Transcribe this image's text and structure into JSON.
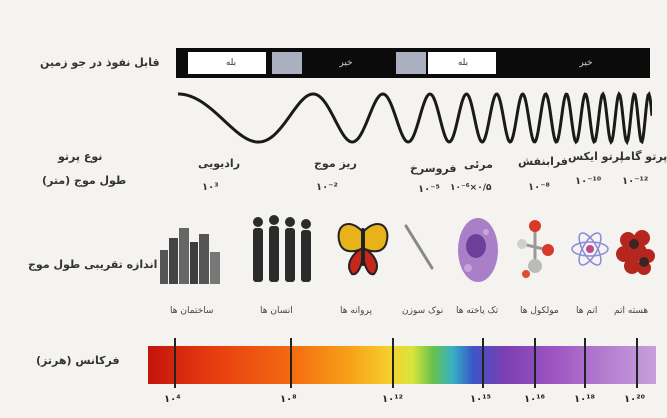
{
  "penetration": {
    "label": "قابل نفوذ در جو زمین",
    "segments": [
      {
        "text": "خیر",
        "color": "#0b0b0b",
        "text_color": "#cfcfcf"
      },
      {
        "text": "بله",
        "color": "#ffffff",
        "text_color": "#333333"
      },
      {
        "text": "خیر",
        "color": "#0b0b0b",
        "text_color": "#cfcfcf"
      },
      {
        "text": "بله",
        "color": "#ffffff",
        "text_color": "#333333"
      }
    ]
  },
  "row_labels": {
    "radiation_type": "نوع پرتو",
    "wavelength": "طول موج (متر)",
    "size_scale": "اندازه تقریبی طول موج",
    "frequency": "فرکانس (هرتز)"
  },
  "radiation": [
    {
      "name": "رادیویی",
      "exponent": "۱۰³"
    },
    {
      "name": "ریز موج",
      "exponent": "۱۰⁻²"
    },
    {
      "name": "فروسرخ",
      "exponent": "۱۰⁻⁵"
    },
    {
      "name": "مرئی",
      "exponent": "۱۰⁻⁶×۰/۵"
    },
    {
      "name": "فرابنفش",
      "exponent": "۱۰⁻⁸"
    },
    {
      "name": "پرتو ایکس",
      "exponent": "۱۰⁻¹⁰"
    },
    {
      "name": "پرتو گاما",
      "exponent": "۱۰⁻¹²"
    }
  ],
  "objects": [
    {
      "name": "ساختمان ها",
      "icon": "buildings-icon"
    },
    {
      "name": "انسان ها",
      "icon": "people-icon"
    },
    {
      "name": "پروانه ها",
      "icon": "butterfly-icon"
    },
    {
      "name": "نوک سوزن",
      "icon": "needle-icon"
    },
    {
      "name": "تک یاخته ها",
      "icon": "cell-icon"
    },
    {
      "name": "مولکول ها",
      "icon": "molecule-icon"
    },
    {
      "name": "اتم ها",
      "icon": "atom-icon"
    },
    {
      "name": "هسته اتم",
      "icon": "nucleus-icon"
    }
  ],
  "frequency_marks": [
    "۱۰⁴",
    "۱۰⁸",
    "۱۰¹²",
    "۱۰¹⁵",
    "۱۰¹⁶",
    "۱۰¹⁸",
    "۱۰²⁰"
  ],
  "colors": {
    "bar": "#0b0b0b",
    "wave": "#1a1a1a"
  }
}
